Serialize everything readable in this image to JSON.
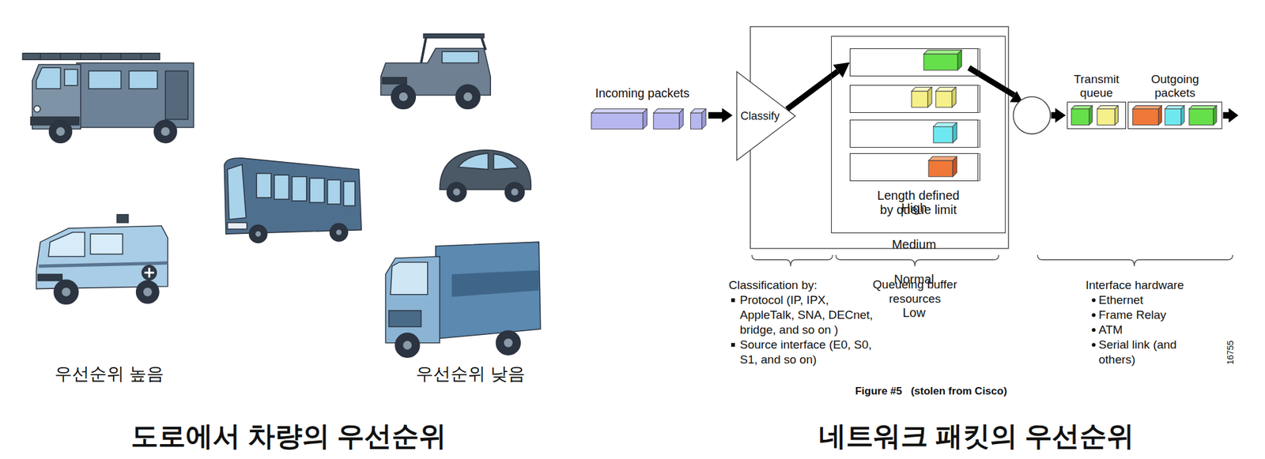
{
  "diagram": {
    "nodes": [
      {
        "text": [
          "Classify"
        ]
      },
      {
        "text": [
          "Length defined by queue limit"
        ]
      },
      {
        "text": [
          "High"
        ],
        "in": 1
      },
      {
        "text": [
          "Medium"
        ],
        "in": 1
      },
      {
        "text": [
          "Normal"
        ],
        "in": 1
      },
      {
        "text": [
          "Low"
        ],
        "in": 1
      },
      {
        "text": [
          "Transmit queue"
        ]
      },
      {
        "text": [
          "Outgoing packets"
        ]
      }
    ],
    "edges": [
      {
        "from": 0,
        "to": 2,
        "arrow": "to"
      }
    ],
    "labels": [
      "우선순위 높음",
      "우선순위 낮음",
      "도로에서 차량의 우선순위",
      "Incoming packets",
      "Classification by:",
      "Protocol (IP, IPX, AppleTalk, SNA, DECnet, bridge, and so on )",
      "Source interface (E0, S0, S1, and so on)",
      "Queueing buffer resources",
      "Interface hardware",
      "Ethernet",
      "Frame Relay",
      "ATM",
      "Serial link (and others)",
      "16755",
      "Figure #5   (stolen from Cisco)",
      "네트워크 패킷의 우선순위"
    ]
  }
}
